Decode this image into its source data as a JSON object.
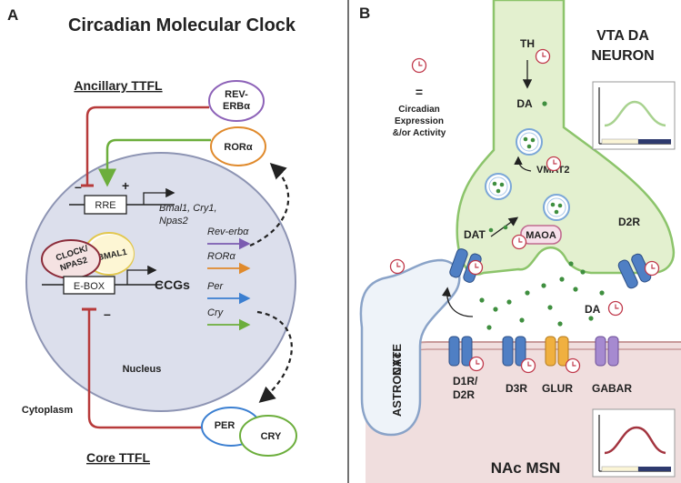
{
  "panelA": {
    "letter": "A",
    "title": "Circadian Molecular Clock",
    "ancillary": "Ancillary TTFL",
    "core": "Core TTFL",
    "reverb": [
      "REV-",
      "ERBα"
    ],
    "ror": "RORα",
    "rre": "RRE",
    "rre_genes": [
      "Bmal1, Cry1,",
      "Npas2"
    ],
    "minus1": "–",
    "plus1": "+",
    "clock_npas2": [
      "CLOCK/",
      "NPAS2"
    ],
    "bmal1": "BMAL1",
    "ebox": "E-BOX",
    "ccgs": "CCGs",
    "genes": [
      "Rev-erbα",
      "RORα",
      "Per",
      "Cry"
    ],
    "gene_colors": [
      "#7b5bb0",
      "#e08a2c",
      "#3b7fd1",
      "#6cae3c"
    ],
    "minus2": "–",
    "nucleus": "Nucleus",
    "cytoplasm": "Cytoplasm",
    "per": "PER",
    "cry": "CRY"
  },
  "panelB": {
    "letter": "B",
    "title": [
      "VTA DA",
      "NEURON"
    ],
    "th": "TH",
    "da_top": "DA",
    "vmat2": "VMAT2",
    "legend_eq": "=",
    "legend_text": [
      "Circadian",
      "Expression",
      "&/or Activity"
    ],
    "dat": "DAT",
    "maoa": "MAOA",
    "d2r": "D2R",
    "da_cleft": "DA",
    "astrocyte": [
      "NAc",
      "ASTROCYTE"
    ],
    "receptors": [
      "D1R/",
      "D2R",
      "D3R",
      "GLUR",
      "GABAR"
    ],
    "msn": "NAc MSN"
  },
  "colors": {
    "inhibit": "#b73a3a",
    "activate": "#6cae3c",
    "neuron_fill": "#e3f0cf",
    "neuron_stroke": "#8cc46b",
    "msn_fill": "#f0dede",
    "nucleus_fill": "#dcdfec",
    "clock_icon": "#c0394b"
  }
}
